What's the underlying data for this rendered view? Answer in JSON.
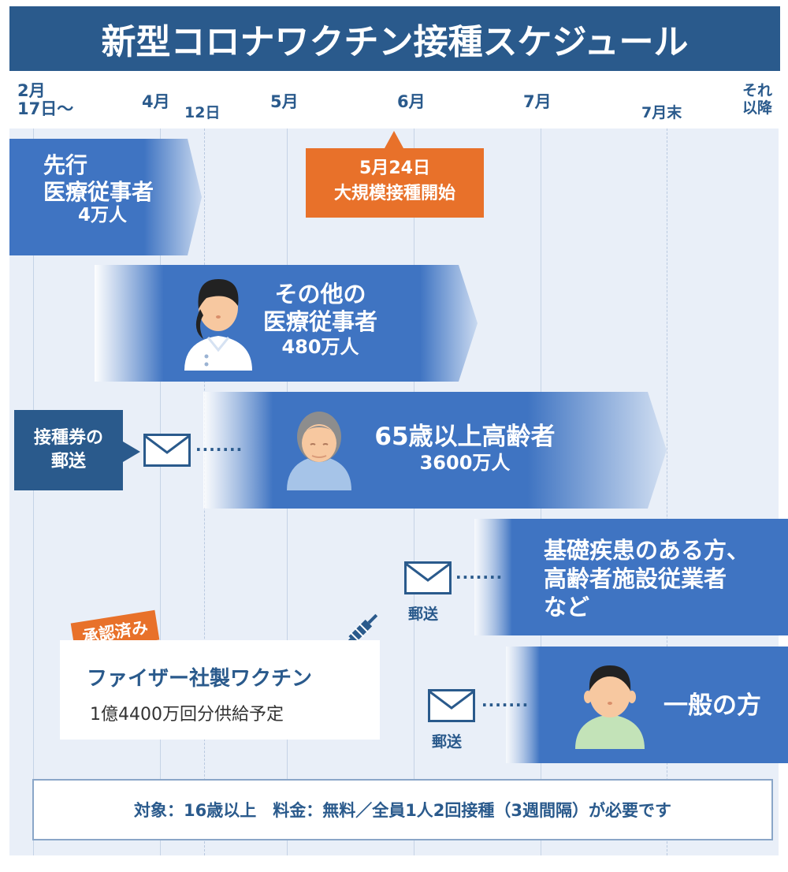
{
  "title": "新型コロナワクチン接種スケジュール",
  "timeline": {
    "feb_line1": "2月",
    "feb_line2": "17日〜",
    "apr": "4月",
    "apr12": "12日",
    "may": "5月",
    "jun": "6月",
    "jul": "7月",
    "jul_end": "7月末",
    "later_line1": "それ",
    "later_line2": "以降"
  },
  "groups": {
    "advance": {
      "line1": "先行",
      "line2": "医療従事者",
      "count": "4万人"
    },
    "other_medical": {
      "line1": "その他の",
      "line2": "医療従事者",
      "count": "480万人"
    },
    "elderly": {
      "line1": "65歳以上高齢者",
      "count": "3600万人"
    },
    "underlying": {
      "line1": "基礎疾患のある方、",
      "line2": "高齢者施設従業者",
      "line3": "など"
    },
    "general": {
      "line1": "一般の方"
    }
  },
  "callout": {
    "line1": "5月24日",
    "line2": "大規模接種開始"
  },
  "notice": {
    "line1": "接種券の",
    "line2": "郵送"
  },
  "mail_label": "郵送",
  "dots": "·······",
  "approved": "承認済み",
  "vaccine": {
    "title": "ファイザー社製ワクチン",
    "supply": "1億4400万回分供給予定"
  },
  "footer": "対象：16歳以上　料金：無料／全員1人2回接種（3週間隔）が必要です",
  "colors": {
    "navy": "#2a5a8c",
    "band_blue": "#3f74c2",
    "orange": "#e8712a",
    "chart_bg": "#e9eff8"
  }
}
